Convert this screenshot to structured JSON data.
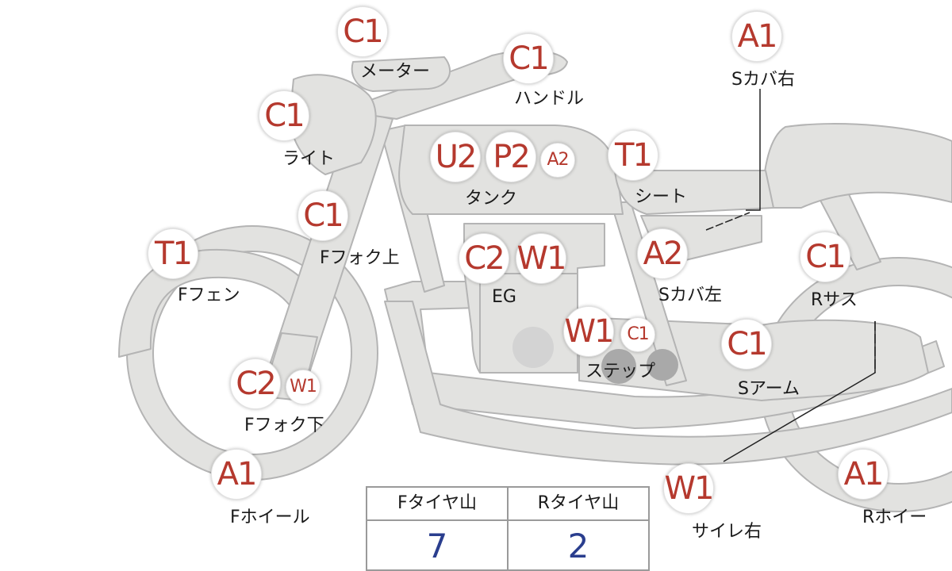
{
  "colors": {
    "body": "#e2e2e0",
    "outline": "#b4b4b4",
    "grade_text": "#b5392e",
    "value_text": "#2a3e8e"
  },
  "parts": {
    "meter": {
      "label": "メーター",
      "grade": "C1"
    },
    "handle": {
      "label": "ハンドル",
      "grade": "C1"
    },
    "side_cover_right": {
      "label": "Sカバ右",
      "grade": "A1"
    },
    "light": {
      "label": "ライト",
      "grade": "C1"
    },
    "tank": {
      "label": "タンク",
      "grades": [
        "U2",
        "P2",
        "A2"
      ]
    },
    "seat": {
      "label": "シート",
      "grade": "T1"
    },
    "fork_upper": {
      "label": "Fフォク上",
      "grade": "C1"
    },
    "engine": {
      "label": "EG",
      "grades": [
        "C2",
        "W1"
      ]
    },
    "side_cover_left": {
      "label": "Sカバ左",
      "grade": "A2"
    },
    "rear_susp": {
      "label": "Rサス",
      "grade": "C1"
    },
    "front_fender": {
      "label": "Fフェン",
      "grade": "T1"
    },
    "step": {
      "label": "ステップ",
      "grades": [
        "W1",
        "C1"
      ]
    },
    "swing_arm": {
      "label": "Sアーム",
      "grade": "C1"
    },
    "fork_lower": {
      "label": "Fフォク下",
      "grades": [
        "C2",
        "W1"
      ]
    },
    "front_wheel": {
      "label": "Fホイール",
      "grade": "A1"
    },
    "muffler_right": {
      "label": "サイレ右",
      "grade": "W1"
    },
    "rear_wheel": {
      "label": "Rホイー",
      "grade": "A1"
    }
  },
  "tread_table": {
    "front_header": "Fタイヤ山",
    "rear_header": "Rタイヤ山",
    "front_value": "7",
    "rear_value": "2"
  }
}
